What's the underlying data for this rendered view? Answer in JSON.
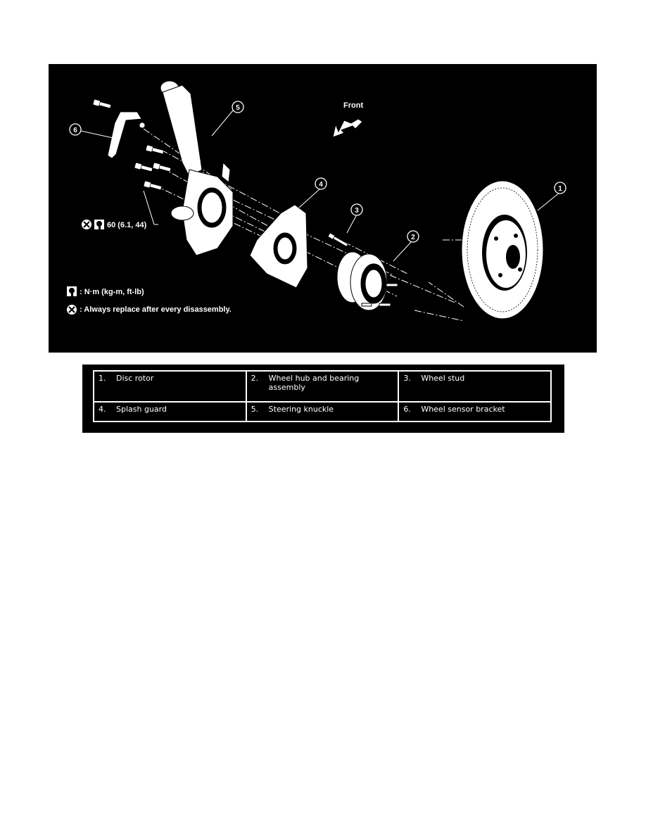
{
  "diagram": {
    "direction_label": "Front",
    "callouts": [
      "1",
      "2",
      "3",
      "4",
      "5",
      "6"
    ],
    "torque_spec": "60 (6.1, 44)",
    "notes": [
      {
        "icon": "torque-wrench-icon",
        "text": ": N·m (kg-m, ft-lb)"
      },
      {
        "icon": "always-replace-icon",
        "text": ": Always replace after every disassembly."
      }
    ]
  },
  "legend": {
    "items": [
      {
        "number": "1.",
        "label": "Disc rotor"
      },
      {
        "number": "2.",
        "label": "Wheel hub and bearing assembly"
      },
      {
        "number": "3.",
        "label": "Wheel stud"
      },
      {
        "number": "4.",
        "label": "Splash guard"
      },
      {
        "number": "5.",
        "label": "Steering knuckle"
      },
      {
        "number": "6.",
        "label": "Wheel sensor bracket"
      }
    ]
  }
}
